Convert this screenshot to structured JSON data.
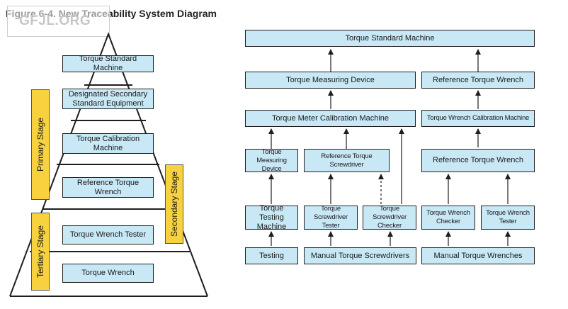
{
  "figure": {
    "title": "Figure 6-4. New Traceability System Diagram",
    "watermark": "GFJL.ORG"
  },
  "pyramid": {
    "levels": [
      {
        "id": "tsm",
        "label": "Torque Standard Machine"
      },
      {
        "id": "dsse",
        "label": "Designated Secondary Standard Equipment"
      },
      {
        "id": "tcm",
        "label": "Torque Calibration Machine"
      },
      {
        "id": "rtw",
        "label": "Reference Torque Wrench"
      },
      {
        "id": "twt",
        "label": "Torque Wrench Tester"
      },
      {
        "id": "tw",
        "label": "Torque Wrench"
      }
    ],
    "stages": {
      "primary": "Primary Stage",
      "secondary": "Secondary Stage",
      "tertiary": "Tertiary Stage"
    }
  },
  "flow": {
    "nodes": {
      "top": "Torque Standard Machine",
      "tmd": "Torque Measuring Device",
      "rtw": "Reference Torque Wrench",
      "tmcm": "Torque Meter Calibration Machine",
      "twcm": "Torque Wrench Calibration Machine",
      "tmd2": "Torque Measuring Device",
      "rts": "Reference Torque Screwdriver",
      "rtw2": "Reference Torque Wrench",
      "ttm": "Torque Testing Machine",
      "tst": "Torque Screwdriver Tester",
      "tsc": "Torque Screwdriver Checker",
      "twc": "Torque Wrench Checker",
      "twt": "Torque Wrench Tester",
      "testing": "Testing",
      "mts": "Manual Torque Screwdrivers",
      "mtw": "Manual Torque Wrenches"
    }
  },
  "colors": {
    "box_fill": "#c9e8f5",
    "stage_fill": "#f7d23e",
    "line": "#1e1e1e"
  }
}
